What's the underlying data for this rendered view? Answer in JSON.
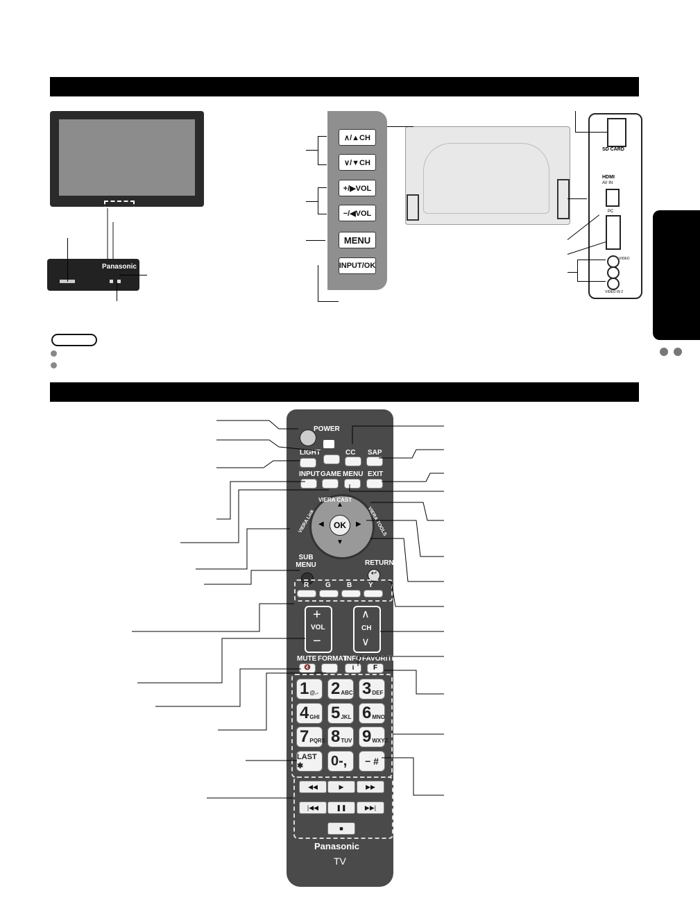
{
  "tv_front": {
    "brand": "Panasonic"
  },
  "side_panel": {
    "buttons": [
      "∧/▲CH",
      "∨/▼CH",
      "+/▶VOL",
      "−/◀VOL",
      "MENU",
      "INPUT/OK"
    ]
  },
  "side_jacks": {
    "sd_card": "SD CARD",
    "hdmi": "HDMI",
    "av_in": "AV IN",
    "pc": "PC",
    "video": "VIDEO",
    "video_in_2": "VIDEO IN 2"
  },
  "remote": {
    "power": "POWER",
    "cc": "CC",
    "sap": "SAP",
    "light": "LIGHT",
    "input": "INPUT",
    "game": "GAME",
    "menu": "MENU",
    "exit": "EXIT",
    "viera_cast": "VIERA CAST",
    "viera_link": "VIERA Link",
    "viera_tools": "VIERA TOOLS",
    "ok": "OK",
    "sub_menu": "SUB MENU",
    "return": "RETURN",
    "colors": [
      "R",
      "G",
      "B",
      "Y"
    ],
    "vol": "VOL",
    "ch": "CH",
    "mute": "MUTE",
    "format": "FORMAT",
    "info": "INFO",
    "favorite": "FAVORITE",
    "favorite_glyph": "F",
    "numbers": [
      {
        "n": "1",
        "s": "@.-"
      },
      {
        "n": "2",
        "s": "ABC"
      },
      {
        "n": "3",
        "s": "DEF"
      },
      {
        "n": "4",
        "s": "GHI"
      },
      {
        "n": "5",
        "s": "JKL"
      },
      {
        "n": "6",
        "s": "MNO"
      },
      {
        "n": "7",
        "s": "PQRS"
      },
      {
        "n": "8",
        "s": "TUV"
      },
      {
        "n": "9",
        "s": "WXYZ"
      }
    ],
    "zero": "0-,",
    "last": "LAST ✱",
    "dash": "− #",
    "brand": "Panasonic",
    "tv": "TV"
  }
}
